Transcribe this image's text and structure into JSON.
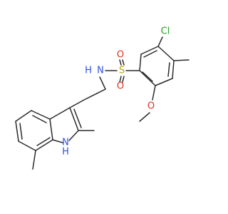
{
  "atoms": {
    "cl": {
      "text": "Cl",
      "color": "#2ca02c"
    },
    "s": {
      "text": "S",
      "color": "#b8a000"
    },
    "o_sulfonyl_top": {
      "text": "O",
      "color": "#e0301e"
    },
    "o_sulfonyl_bottom": {
      "text": "O",
      "color": "#e0301e"
    },
    "o_methoxy": {
      "text": "O",
      "color": "#e0301e"
    },
    "nh_sulfonamide": {
      "text": "N",
      "h_text": "H",
      "color": "#3050e0"
    },
    "nh_indole": {
      "text": "N",
      "h_text": "H",
      "color": "#3050e0"
    }
  },
  "colors": {
    "bond": "#2b2b2b",
    "background": "#ffffff"
  }
}
